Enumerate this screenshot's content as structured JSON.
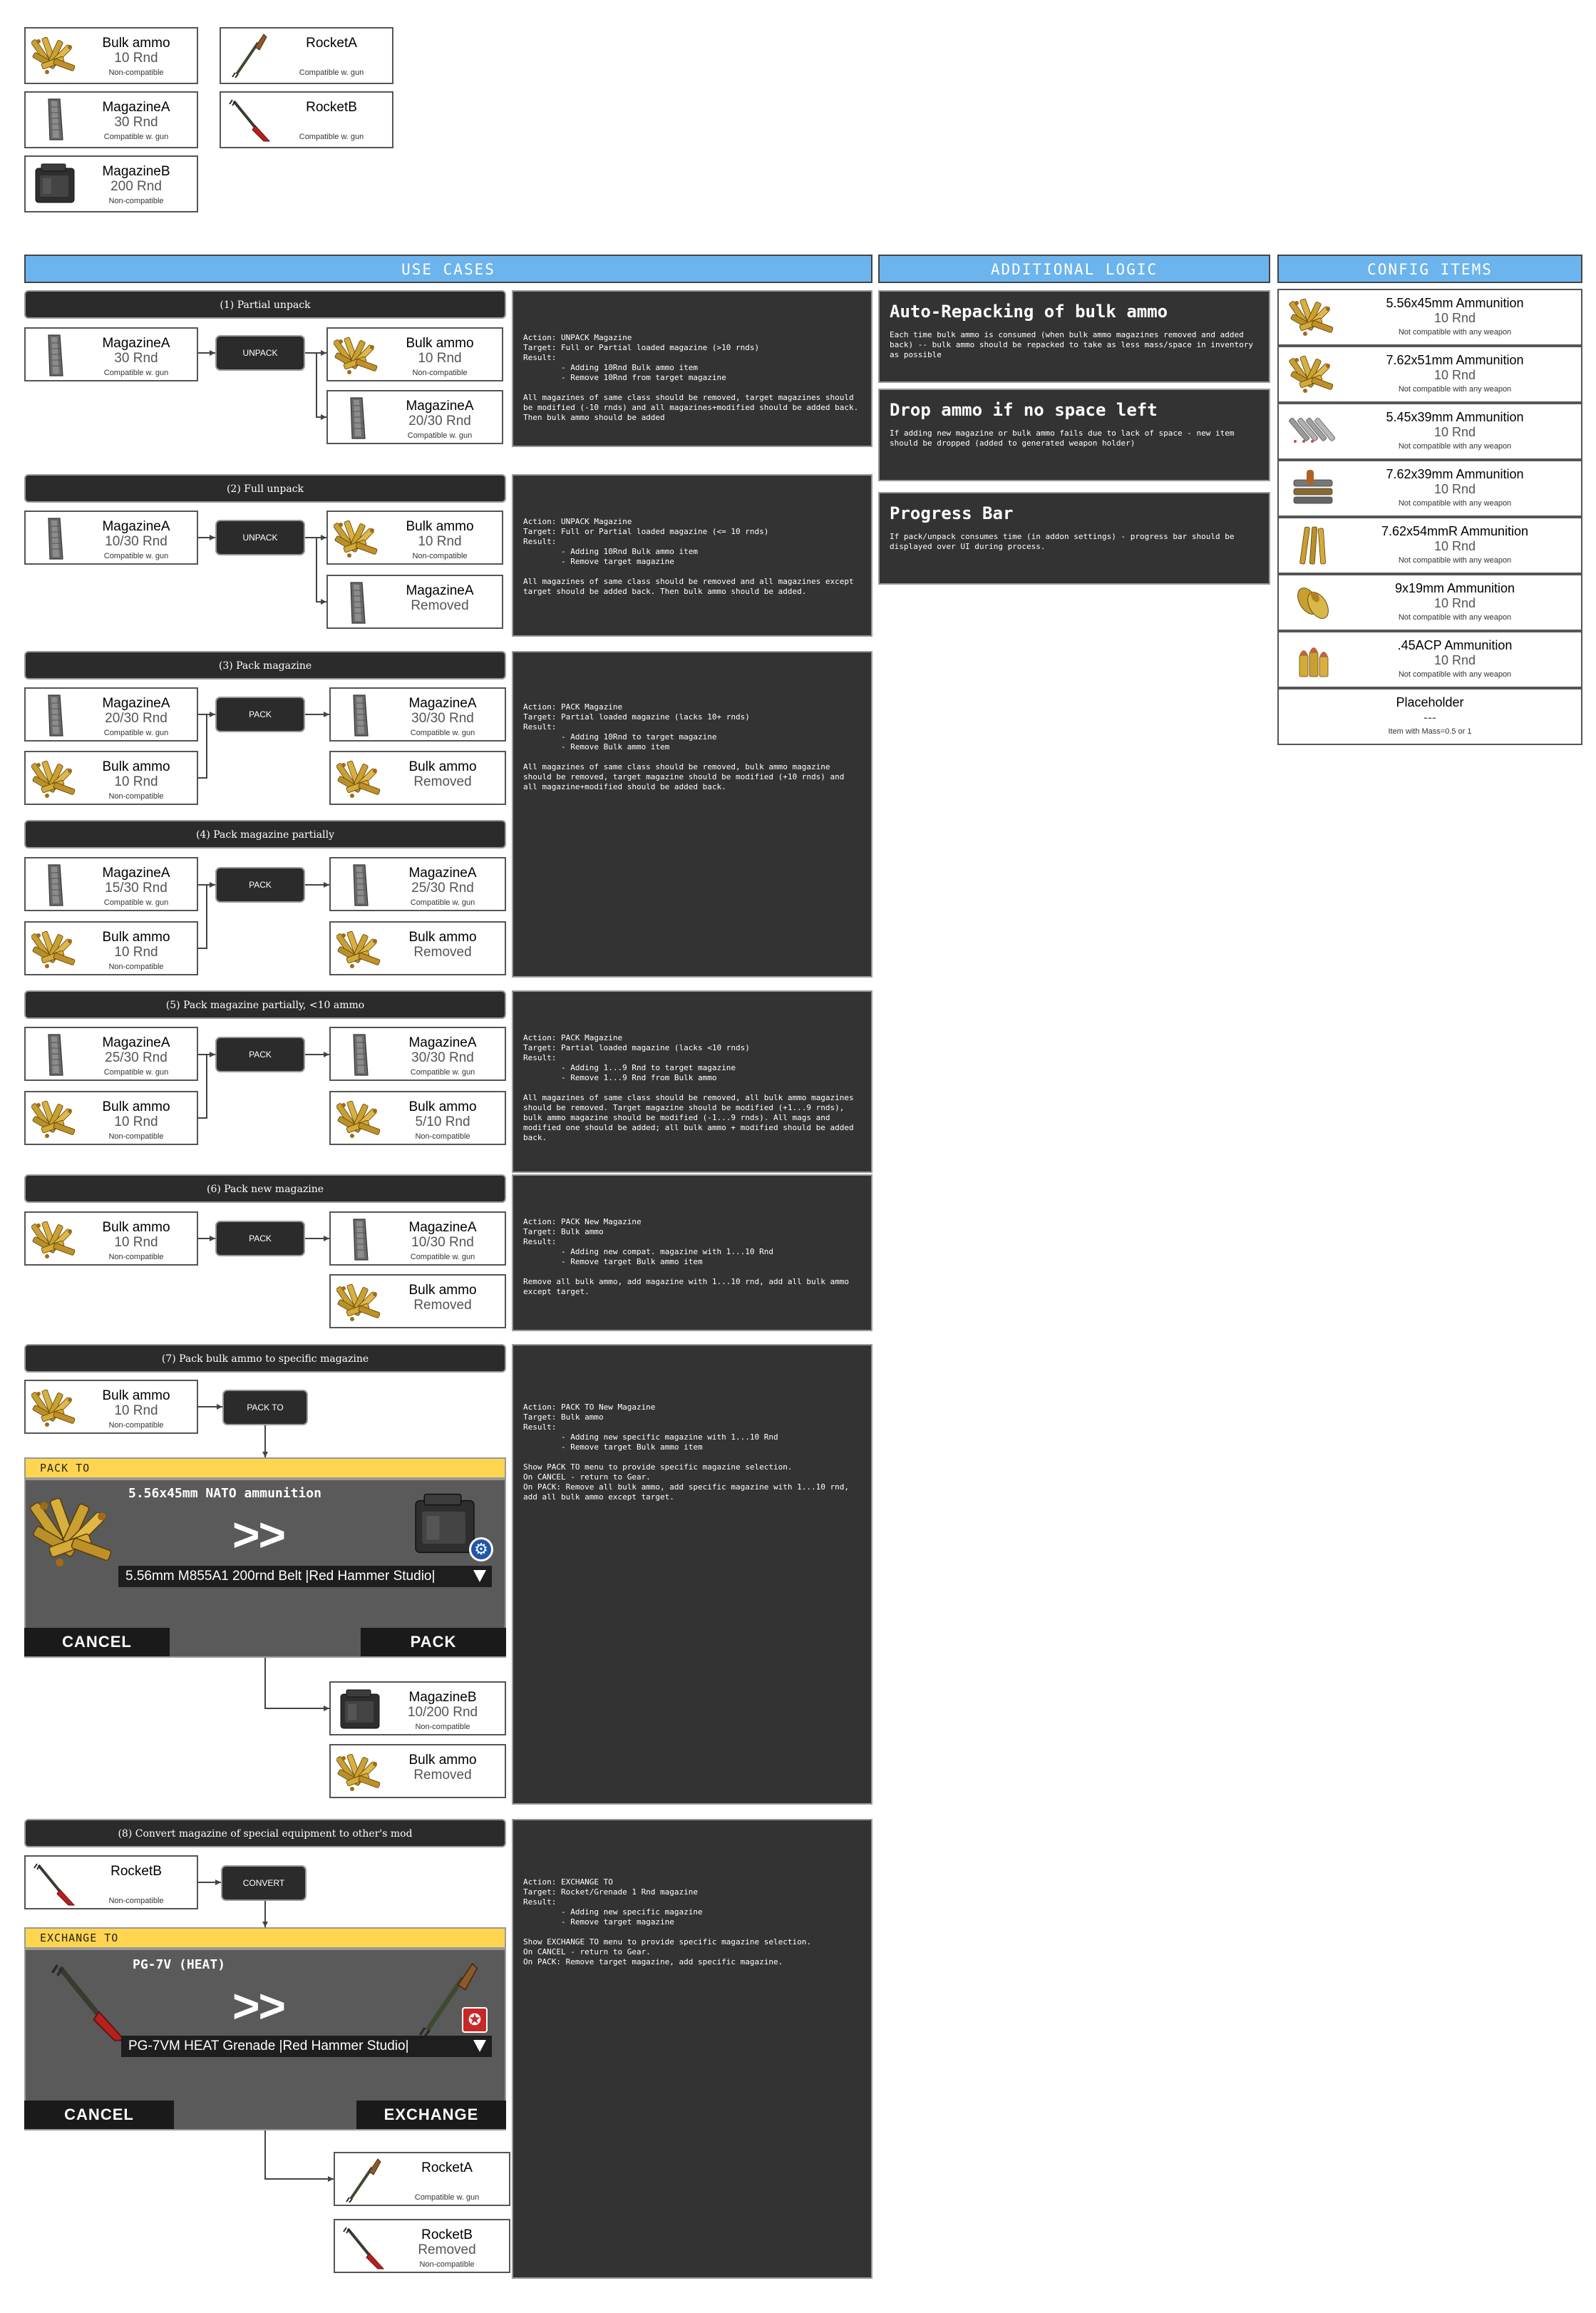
{
  "legend": [
    {
      "name": "Bulk ammo",
      "count": "10 Rnd",
      "status": "Non-compatible",
      "icon": "bulk-ammo-icon"
    },
    {
      "name": "MagazineA",
      "count": "30 Rnd",
      "status": "Compatible w. gun",
      "icon": "magazine-icon"
    },
    {
      "name": "MagazineB",
      "count": "200 Rnd",
      "status": "Non-compatible",
      "icon": "ammo-box-icon"
    },
    {
      "name": "RocketA",
      "count": "",
      "status": "Compatible w. gun",
      "icon": "rocket-a-icon"
    },
    {
      "name": "RocketB",
      "count": "",
      "status": "Compatible w. gun",
      "icon": "rocket-b-icon"
    }
  ],
  "headers": {
    "use_cases": "USE CASES",
    "additional_logic": "ADDITIONAL LOGIC",
    "config_items": "CONFIG ITEMS"
  },
  "cases": [
    {
      "title": "(1) Partial unpack",
      "button": "UNPACK",
      "cards": [
        {
          "name": "MagazineA",
          "count": "30 Rnd",
          "status": "Compatible w. gun",
          "icon": "magazine-icon"
        },
        {
          "name": "Bulk ammo",
          "count": "10 Rnd",
          "status": "Non-compatible",
          "icon": "bulk-ammo-icon"
        },
        {
          "name": "MagazineA",
          "count": "20/30 Rnd",
          "status": "Compatible w. gun",
          "icon": "magazine-icon"
        }
      ],
      "desc": "Action: UNPACK Magazine\nTarget: Full or Partial loaded magazine (>10 rnds)\nResult:\n        - Adding 10Rnd Bulk ammo item\n        - Remove 10Rnd from target magazine\n\nAll magazines of same class should be removed, target magazines should be modified (-10 rnds) and all magazines+modified should be added back. Then bulk ammo should be added"
    },
    {
      "title": "(2) Full unpack",
      "button": "UNPACK",
      "cards": [
        {
          "name": "MagazineA",
          "count": "10/30 Rnd",
          "status": "Compatible w. gun",
          "icon": "magazine-icon"
        },
        {
          "name": "Bulk ammo",
          "count": "10 Rnd",
          "status": "Non-compatible",
          "icon": "bulk-ammo-icon"
        },
        {
          "name": "MagazineA",
          "count": "Removed",
          "status": "",
          "icon": "magazine-icon"
        }
      ],
      "desc": "Action: UNPACK Magazine\nTarget: Full or Partial loaded magazine (<= 10 rnds)\nResult:\n        - Adding 10Rnd Bulk ammo item\n        - Remove target magazine\n\nAll magazines of same class should be removed and all magazines except target should be added back. Then bulk ammo should be added."
    },
    {
      "title": "(3) Pack magazine",
      "button": "PACK",
      "cards": [
        {
          "name": "MagazineA",
          "count": "20/30 Rnd",
          "status": "Compatible w. gun",
          "icon": "magazine-icon"
        },
        {
          "name": "Bulk ammo",
          "count": "10 Rnd",
          "status": "Non-compatible",
          "icon": "bulk-ammo-icon"
        },
        {
          "name": "MagazineA",
          "count": "30/30 Rnd",
          "status": "Compatible w. gun",
          "icon": "magazine-icon"
        },
        {
          "name": "Bulk ammo",
          "count": "Removed",
          "status": "",
          "icon": "bulk-ammo-icon"
        }
      ],
      "desc": "Action: PACK Magazine\nTarget: Partial loaded magazine (lacks 10+ rnds)\nResult:\n        - Adding 10Rnd to target magazine\n        - Remove Bulk ammo item\n\nAll magazines of same class should be removed, bulk ammo magazine should be removed, target magazine should be modified (+10 rnds) and all magazine+modified should be added back."
    },
    {
      "title": "(4) Pack magazine partially",
      "button": "PACK",
      "cards": [
        {
          "name": "MagazineA",
          "count": "15/30 Rnd",
          "status": "Compatible w. gun",
          "icon": "magazine-icon"
        },
        {
          "name": "Bulk ammo",
          "count": "10 Rnd",
          "status": "Non-compatible",
          "icon": "bulk-ammo-icon"
        },
        {
          "name": "MagazineA",
          "count": "25/30 Rnd",
          "status": "Compatible w. gun",
          "icon": "magazine-icon"
        },
        {
          "name": "Bulk ammo",
          "count": "Removed",
          "status": "",
          "icon": "bulk-ammo-icon"
        }
      ]
    },
    {
      "title": "(5) Pack magazine partially, <10 ammo",
      "button": "PACK",
      "cards": [
        {
          "name": "MagazineA",
          "count": "25/30 Rnd",
          "status": "Compatible w. gun",
          "icon": "magazine-icon"
        },
        {
          "name": "Bulk ammo",
          "count": "10 Rnd",
          "status": "Non-compatible",
          "icon": "bulk-ammo-icon"
        },
        {
          "name": "MagazineA",
          "count": "30/30 Rnd",
          "status": "Compatible w. gun",
          "icon": "magazine-icon"
        },
        {
          "name": "Bulk ammo",
          "count": "5/10 Rnd",
          "status": "Non-compatible",
          "icon": "bulk-ammo-icon"
        }
      ],
      "desc": "Action: PACK Magazine\nTarget: Partial loaded magazine (lacks <10 rnds)\nResult:\n        - Adding 1...9 Rnd to target magazine\n        - Remove 1...9 Rnd from Bulk ammo\n\nAll magazines of same class should be removed, all bulk ammo magazines should be removed. Target magazine should be modified (+1...9 rnds), bulk ammo magazine should be modified (-1...9 rnds). All mags and modified one should be added; all bulk ammo + modified should be added back."
    },
    {
      "title": "(6) Pack new magazine",
      "button": "PACK",
      "cards": [
        {
          "name": "Bulk ammo",
          "count": "10 Rnd",
          "status": "Non-compatible",
          "icon": "bulk-ammo-icon"
        },
        {
          "name": "MagazineA",
          "count": "10/30 Rnd",
          "status": "Compatible w. gun",
          "icon": "magazine-icon"
        },
        {
          "name": "Bulk ammo",
          "count": "Removed",
          "status": "",
          "icon": "bulk-ammo-icon"
        }
      ],
      "desc": "Action: PACK New Magazine\nTarget: Bulk ammo\nResult:\n        - Adding new compat. magazine with 1...10 Rnd\n        - Remove target Bulk ammo item\n\nRemove all bulk ammo, add magazine with 1...10 rnd, add all bulk ammo except target."
    },
    {
      "title": "(7) Pack bulk ammo to specific magazine",
      "button": "PACK TO",
      "cards": [
        {
          "name": "Bulk ammo",
          "count": "10 Rnd",
          "status": "Non-compatible",
          "icon": "bulk-ammo-icon"
        },
        {
          "name": "MagazineB",
          "count": "10/200 Rnd",
          "status": "Non-compatible",
          "icon": "ammo-box-icon"
        },
        {
          "name": "Bulk ammo",
          "count": "Removed",
          "status": "",
          "icon": "bulk-ammo-icon"
        }
      ],
      "dialog": {
        "bar": "PACK TO",
        "title": "5.56x45mm NATO ammunition",
        "arrow": ">>",
        "selected": "5.56mm M855A1 200rnd Belt  |Red Hammer Studio|",
        "cancel": "CANCEL",
        "confirm": "PACK"
      },
      "desc": "Action: PACK TO New Magazine\nTarget: Bulk ammo\nResult:\n        - Adding new specific magazine with 1...10 Rnd\n        - Remove target Bulk ammo item\n\nShow PACK TO menu to provide specific magazine selection.\nOn CANCEL - return to Gear.\nOn PACK: Remove all bulk ammo, add specific magazine with 1...10 rnd, add all bulk ammo except target."
    },
    {
      "title": "(8) Convert magazine of special equipment to other's mod",
      "button": "CONVERT",
      "cards": [
        {
          "name": "RocketB",
          "count": "",
          "status": "Non-compatible",
          "icon": "rocket-b-icon"
        },
        {
          "name": "RocketA",
          "count": "",
          "status": "Compatible w. gun",
          "icon": "rocket-a-icon"
        },
        {
          "name": "RocketB",
          "count": "Removed",
          "status": "Non-compatible",
          "icon": "rocket-b-icon"
        }
      ],
      "dialog": {
        "bar": "EXCHANGE TO",
        "title": "PG-7V (HEAT)",
        "arrow": ">>",
        "selected": "PG-7VM HEAT Grenade  |Red Hammer Studio|",
        "cancel": "CANCEL",
        "confirm": "EXCHANGE"
      },
      "desc": "Action: EXCHANGE TO\nTarget: Rocket/Grenade 1 Rnd magazine\nResult:\n        - Adding new specific magazine\n        - Remove target magazine\n\nShow EXCHANGE TO menu to provide specific magazine selection.\nOn CANCEL - return to Gear.\nOn PACK: Remove target magazine, add specific magazine."
    }
  ],
  "logic": [
    {
      "title": "Auto-Repacking of bulk ammo",
      "text": "Each time bulk ammo is consumed (when bulk ammo magazines removed and added back) -- bulk ammo should be repacked to take as less mass/space in inventory as possible"
    },
    {
      "title": "Drop ammo if no space left",
      "text": "If adding new magazine or bulk ammo fails due to lack of space - new item should be dropped (added to generated weapon holder)"
    },
    {
      "title": "Progress Bar",
      "text": "If pack/unpack consumes time (in addon settings) - progress bar should be displayed over UI during process."
    }
  ],
  "config": [
    {
      "name": "5.56x45mm Ammunition",
      "count": "10 Rnd",
      "status": "Not compatible with any weapon",
      "icon": "bulk-ammo-icon"
    },
    {
      "name": "7.62x51mm Ammunition",
      "count": "10 Rnd",
      "status": "Not compatible with any weapon",
      "icon": "bulk-ammo-icon"
    },
    {
      "name": "5.45x39mm Ammunition",
      "count": "10 Rnd",
      "status": "Not compatible with any weapon",
      "icon": "545-ammo-icon"
    },
    {
      "name": "7.62x39mm Ammunition",
      "count": "10 Rnd",
      "status": "Not compatible with any weapon",
      "icon": "762-ammo-icon"
    },
    {
      "name": "7.62x54mmR Ammunition",
      "count": "10 Rnd",
      "status": "Not compatible with any weapon",
      "icon": "762r-ammo-icon"
    },
    {
      "name": "9x19mm Ammunition",
      "count": "10 Rnd",
      "status": "Not compatible with any weapon",
      "icon": "9mm-ammo-icon"
    },
    {
      "name": ".45ACP Ammunition",
      "count": "10 Rnd",
      "status": "Not compatible with any weapon",
      "icon": "45acp-ammo-icon"
    },
    {
      "name": "Placeholder",
      "count": "---",
      "status": "Item with Mass=0.5 or 1",
      "icon": ""
    }
  ],
  "colors": {
    "header": "#6cb4ee",
    "dark": "#2b2b2b",
    "dialog_bar": "#ffd54f",
    "dialog_body": "#5a5a5a"
  }
}
